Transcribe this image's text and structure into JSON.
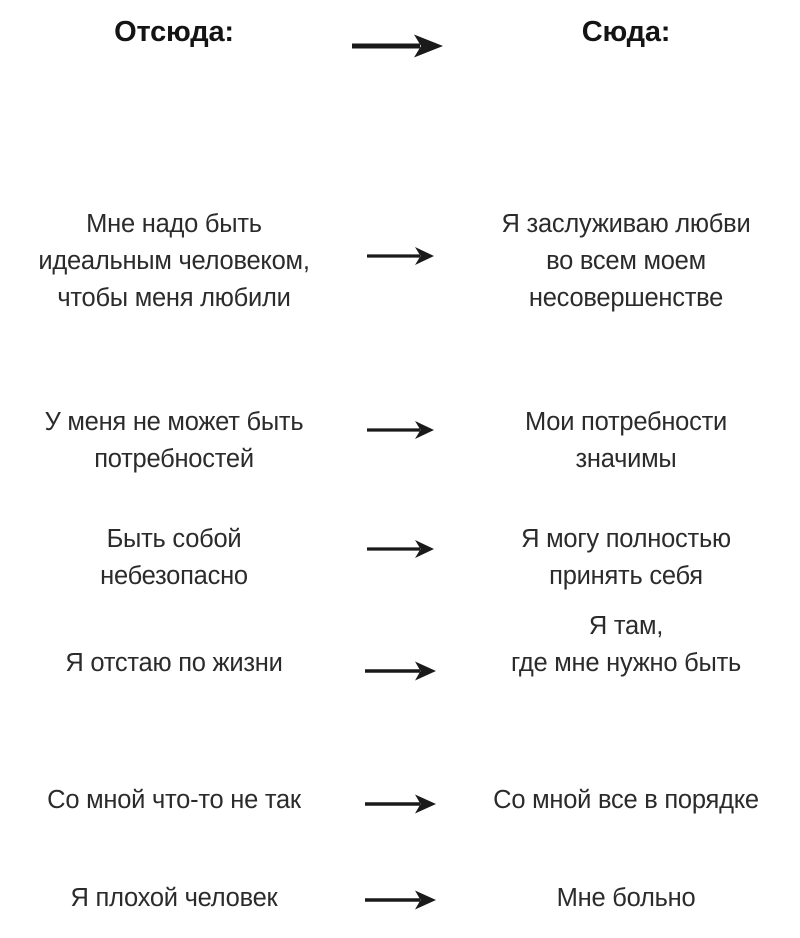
{
  "meta": {
    "background_color": "#ffffff",
    "text_color": "#2b2b2b",
    "header_text_color": "#141414",
    "arrow_color": "#1a1a1a"
  },
  "header": {
    "left_label": "Отсюда:",
    "right_label": "Сюда:",
    "arrow_icon": "arrow-right-icon"
  },
  "rows": [
    {
      "index": 1,
      "left_lines": [
        "Мне надо быть",
        "идеальным человеком,",
        "чтобы меня любили"
      ],
      "right_lines": [
        "Я заслуживаю любви",
        "во всем моем",
        "несовершенстве"
      ],
      "arrow_icon": "arrow-right-icon"
    },
    {
      "index": 2,
      "left_lines": [
        "У меня не может быть",
        "потребностей"
      ],
      "right_lines": [
        "Мои потребности",
        "значимы"
      ],
      "arrow_icon": "arrow-right-icon"
    },
    {
      "index": 3,
      "left_lines": [
        "Быть собой",
        "небезопасно"
      ],
      "right_lines": [
        "Я могу полностью",
        "принять себя"
      ],
      "arrow_icon": "arrow-right-icon"
    },
    {
      "index": 4,
      "left_lines": [
        "Я отстаю по жизни"
      ],
      "right_lines": [
        "Я там,",
        "где мне нужно быть"
      ],
      "arrow_icon": "arrow-right-icon"
    },
    {
      "index": 5,
      "left_lines": [
        "Со мной что-то не так"
      ],
      "right_lines": [
        "Со мной все в порядке"
      ],
      "arrow_icon": "arrow-right-icon"
    },
    {
      "index": 6,
      "left_lines": [
        "Я плохой человек"
      ],
      "right_lines": [
        "Мне больно"
      ],
      "arrow_icon": "arrow-right-icon"
    }
  ]
}
